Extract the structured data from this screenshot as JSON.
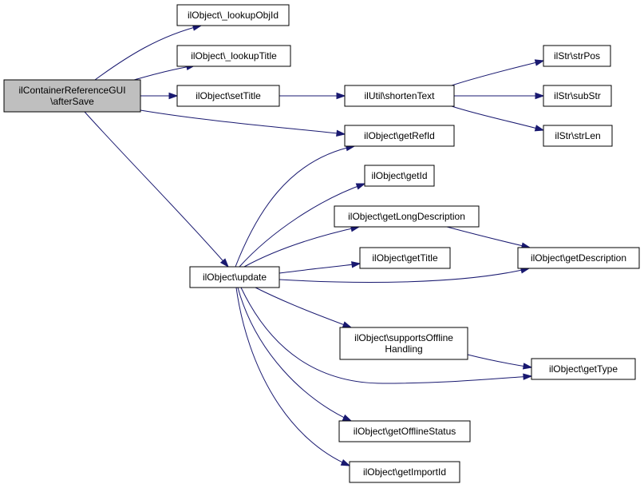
{
  "graph": {
    "colors": {
      "edge": "#191970",
      "root_fill": "#bfbfbf",
      "node_fill": "#ffffff",
      "node_border": "#000000"
    },
    "nodes": [
      {
        "id": "root",
        "lines": [
          "ilContainerReferenceGUI",
          "\\afterSave"
        ],
        "root": true
      },
      {
        "id": "lookupObjId",
        "lines": [
          "ilObject\\_lookupObjId"
        ]
      },
      {
        "id": "lookupTitle",
        "lines": [
          "ilObject\\_lookupTitle"
        ]
      },
      {
        "id": "setTitle",
        "lines": [
          "ilObject\\setTitle"
        ]
      },
      {
        "id": "shortenText",
        "lines": [
          "ilUtil\\shortenText"
        ]
      },
      {
        "id": "strPos",
        "lines": [
          "ilStr\\strPos"
        ]
      },
      {
        "id": "subStr",
        "lines": [
          "ilStr\\subStr"
        ]
      },
      {
        "id": "strLen",
        "lines": [
          "ilStr\\strLen"
        ]
      },
      {
        "id": "getRefId",
        "lines": [
          "ilObject\\getRefId"
        ]
      },
      {
        "id": "getId",
        "lines": [
          "ilObject\\getId"
        ]
      },
      {
        "id": "getLongDescription",
        "lines": [
          "ilObject\\getLongDescription"
        ]
      },
      {
        "id": "getDescription",
        "lines": [
          "ilObject\\getDescription"
        ]
      },
      {
        "id": "getTitle",
        "lines": [
          "ilObject\\getTitle"
        ]
      },
      {
        "id": "update",
        "lines": [
          "ilObject\\update"
        ]
      },
      {
        "id": "supportsOffline",
        "lines": [
          "ilObject\\supportsOffline",
          "Handling"
        ]
      },
      {
        "id": "getType",
        "lines": [
          "ilObject\\getType"
        ]
      },
      {
        "id": "getOfflineStatus",
        "lines": [
          "ilObject\\getOfflineStatus"
        ]
      },
      {
        "id": "getImportId",
        "lines": [
          "ilObject\\getImportId"
        ]
      }
    ],
    "edges": [
      {
        "from": "root",
        "to": "lookupObjId"
      },
      {
        "from": "root",
        "to": "lookupTitle"
      },
      {
        "from": "root",
        "to": "setTitle"
      },
      {
        "from": "root",
        "to": "getRefId"
      },
      {
        "from": "root",
        "to": "update"
      },
      {
        "from": "setTitle",
        "to": "shortenText"
      },
      {
        "from": "shortenText",
        "to": "strPos"
      },
      {
        "from": "shortenText",
        "to": "subStr"
      },
      {
        "from": "shortenText",
        "to": "strLen"
      },
      {
        "from": "update",
        "to": "getRefId"
      },
      {
        "from": "update",
        "to": "getId"
      },
      {
        "from": "update",
        "to": "getLongDescription"
      },
      {
        "from": "update",
        "to": "getTitle"
      },
      {
        "from": "update",
        "to": "getDescription"
      },
      {
        "from": "update",
        "to": "supportsOffline"
      },
      {
        "from": "update",
        "to": "getType"
      },
      {
        "from": "update",
        "to": "getOfflineStatus"
      },
      {
        "from": "update",
        "to": "getImportId"
      },
      {
        "from": "getLongDescription",
        "to": "getDescription"
      },
      {
        "from": "supportsOffline",
        "to": "getType"
      }
    ]
  }
}
